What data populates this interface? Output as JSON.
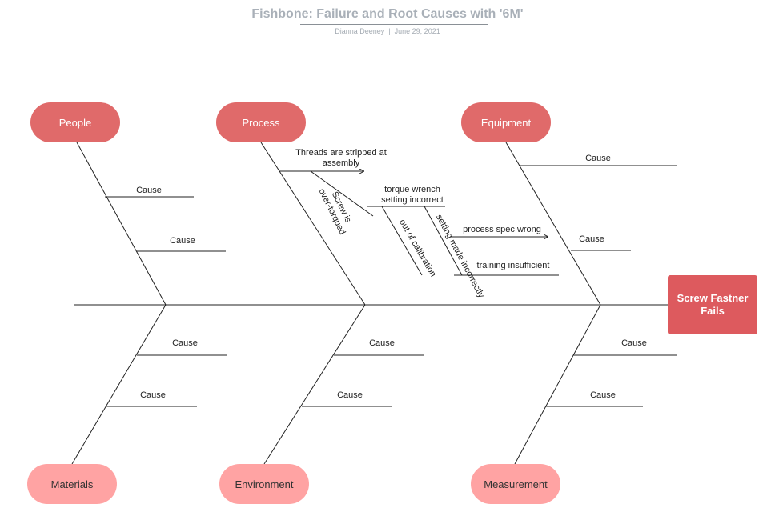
{
  "header": {
    "title": "Fishbone: Failure and Root Causes with '6M'",
    "author": "Dianna Deeney",
    "date": "June 29, 2021"
  },
  "effect": {
    "label_line1": "Screw Fastner",
    "label_line2": "Fails"
  },
  "categories": {
    "people": "People",
    "process": "Process",
    "equipment": "Equipment",
    "materials": "Materials",
    "environment": "Environment",
    "measurement": "Measurement"
  },
  "causes": {
    "people_1": "Cause",
    "people_2": "Cause",
    "equipment_1": "Cause",
    "equipment_2": "Cause",
    "materials_1": "Cause",
    "materials_2": "Cause",
    "environment_1": "Cause",
    "environment_2": "Cause",
    "measurement_1": "Cause",
    "measurement_2": "Cause",
    "process_threads_1": "Threads are stripped at",
    "process_threads_2": "assembly",
    "process_over_torqued_1": "Screw is",
    "process_over_torqued_2": "over-torqued",
    "process_wrench_1": "torque wrench",
    "process_wrench_2": "setting incorrect",
    "process_calibration": "out of calibration",
    "process_setting": "setting made incorrectly",
    "process_spec": "process spec wrong",
    "process_training": "training insufficient"
  }
}
